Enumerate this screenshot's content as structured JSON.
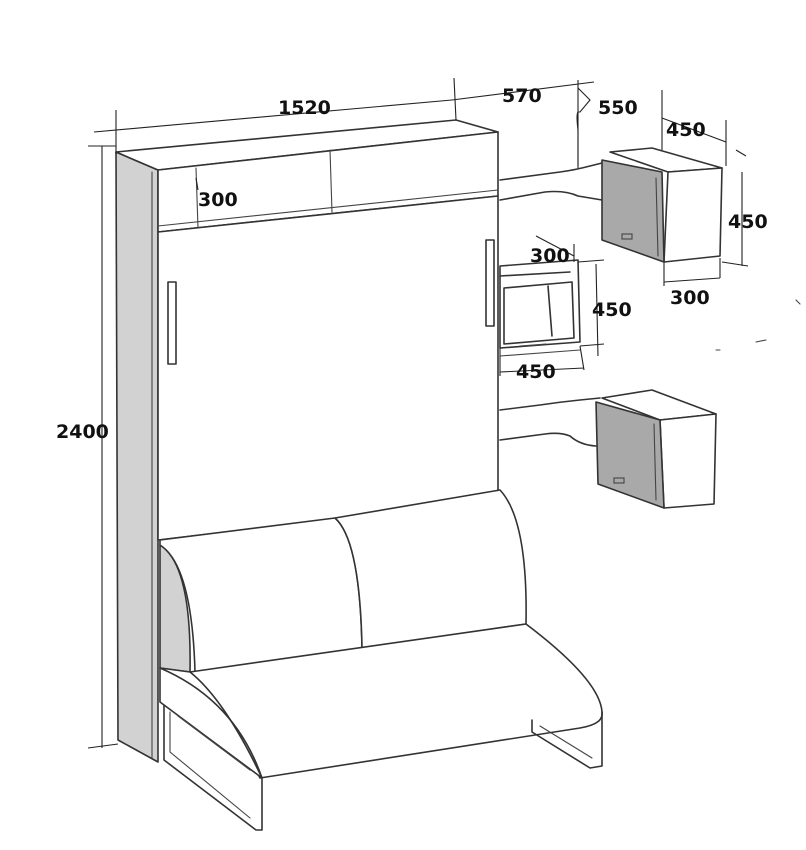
{
  "colors": {
    "line": "#333333",
    "panel": "#ffffff",
    "side_shade": "#d2d2d2",
    "cabinet_front": "#a9a9a9"
  },
  "dimensions": {
    "bed_width": "1520",
    "depth": "570",
    "upper_cabinet_offset": "550",
    "upper_cabinet_depth": "450",
    "upper_cabinet_height": "450",
    "upper_cabinet_width": "300",
    "top_compartment_height": "300",
    "niche_depth": "300",
    "niche_height": "450",
    "niche_width": "450",
    "total_height": "2400"
  }
}
